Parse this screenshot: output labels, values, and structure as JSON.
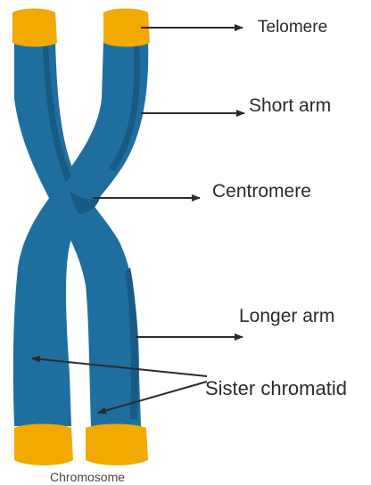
{
  "labels": {
    "telomere": "Telomere",
    "short_arm": "Short arm",
    "centromere": "Centromere",
    "longer_arm": "Longer arm",
    "sister_chromatid": "Sister chromatid"
  },
  "caption": "Chromosome",
  "colors": {
    "chromatid": "#1e6f9f",
    "chromatid_shadow": "#175a83",
    "telomere": "#f2a900",
    "arrow": "#2b2b2b"
  }
}
